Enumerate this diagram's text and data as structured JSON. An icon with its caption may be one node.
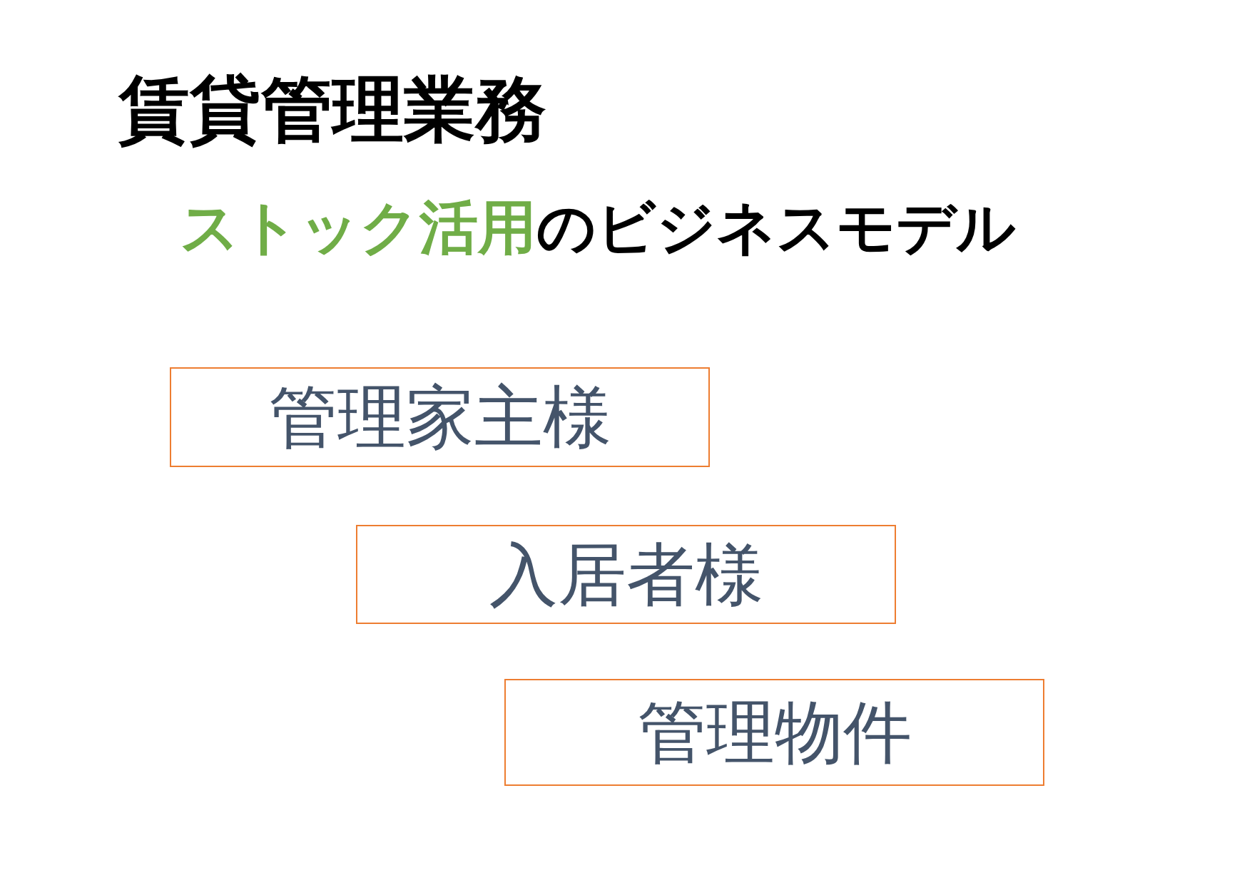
{
  "diagram": {
    "title": "賃貸管理業務",
    "nodes": [
      {
        "text": [
          "管理家主様"
        ]
      },
      {
        "text": [
          "入居者様"
        ]
      },
      {
        "text": [
          "管理物件"
        ]
      }
    ],
    "labels": [
      "**ストック活用**のビジネスモデル"
    ]
  }
}
